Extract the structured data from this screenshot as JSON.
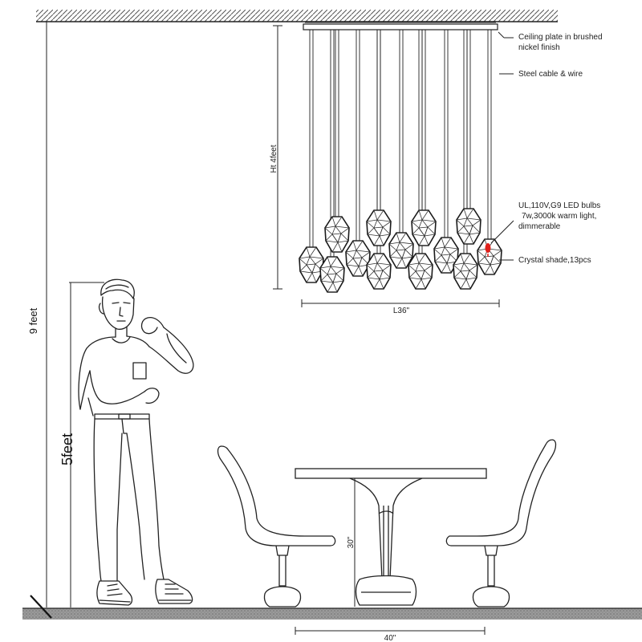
{
  "diagram": {
    "labels": {
      "ceiling_plate_line1": "Ceiling plate in brushed",
      "ceiling_plate_line2": "nickel finish",
      "steel_cable": "Steel cable & wire",
      "bulbs_line1": "UL,110V,G9 LED bulbs",
      "bulbs_line2": "7w,3000k warm light,",
      "bulbs_line3": "dimmerable",
      "crystal_shade": "Crystal shade,13pcs"
    },
    "dimensions": {
      "fixture_height": "Ht 4feet",
      "fixture_length": "L36\"",
      "ceiling_height": "9 feet",
      "person_height": "5feet",
      "table_height": "30\"",
      "table_width": "40\""
    },
    "colors": {
      "line": "#222222",
      "bulb_highlight": "#e0201b",
      "floor_fill": "#8a8a8a",
      "ceiling_hatch": "#555555"
    },
    "shade_count": 13
  }
}
